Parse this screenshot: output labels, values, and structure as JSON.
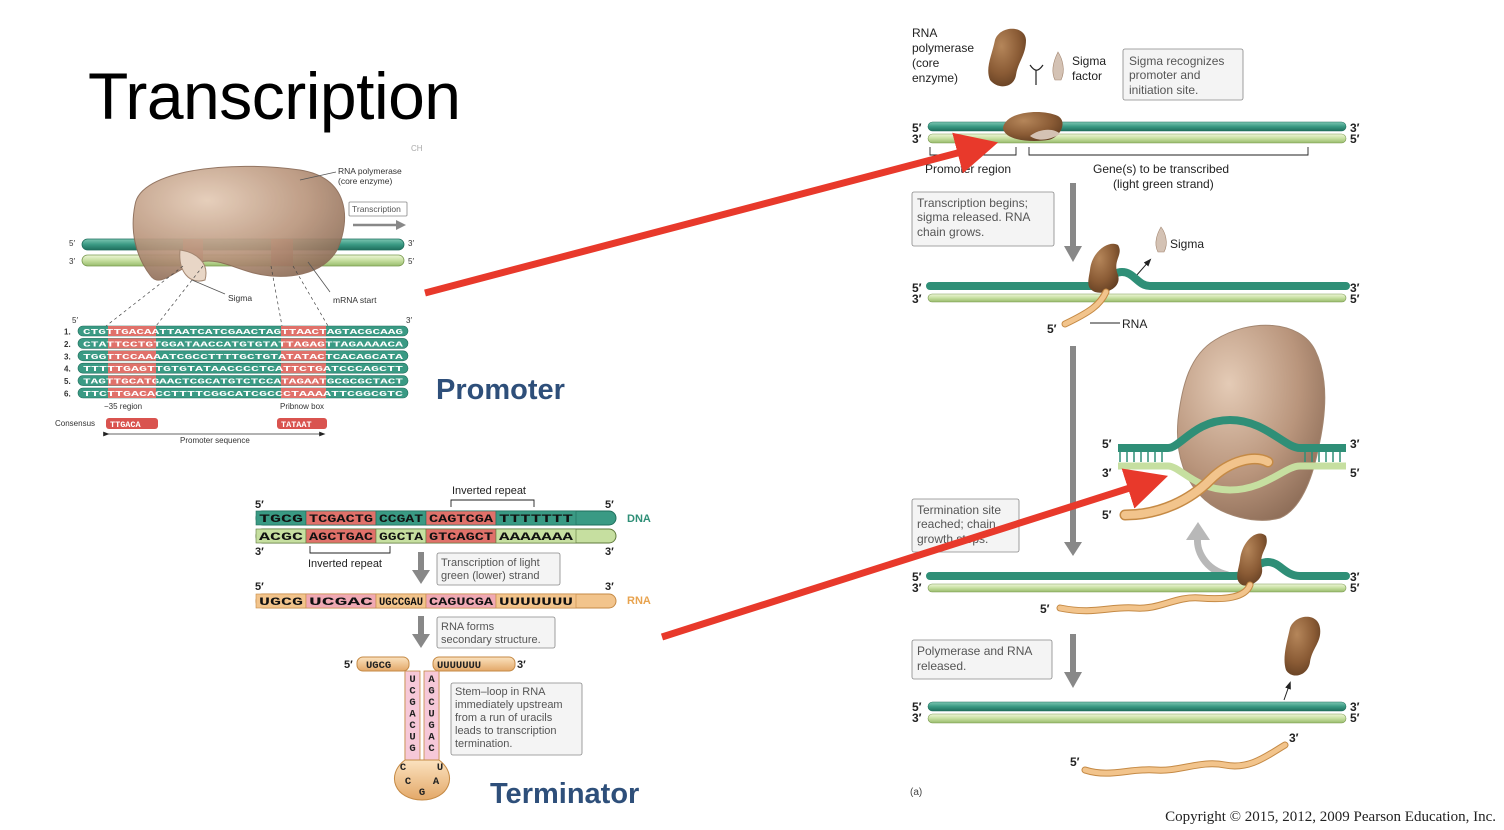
{
  "title": "Transcription",
  "labels": {
    "promoter": "Promoter",
    "terminator": "Terminator",
    "copyright": "Copyright © 2015, 2012, 2009 Pearson Education, Inc.",
    "ch": "CH"
  },
  "promoter_figure": {
    "rna_polymerase": "RNA polymerase",
    "core_enzyme": "(core enzyme)",
    "transcription": "Transcription",
    "sigma": "Sigma",
    "mrna_start": "mRNA start",
    "five_prime": "5′",
    "three_prime": "3′",
    "rows": [
      {
        "n": "1.",
        "seq": "CTGTTGACAATTAATCATCGAACTAGTTAACTAGTACGCAAG"
      },
      {
        "n": "2.",
        "seq": "CTATTCCTGTGGATAACCATGTGTATTAGAGTTAGAAAACA"
      },
      {
        "n": "3.",
        "seq": "TGGTTCCAAAATCGCCTTTTGCTGTATATACTCACAGCATA"
      },
      {
        "n": "4.",
        "seq": "TTTTTGAGTTGTGTATAACCCCTCATTCTGATCCCAGCTT"
      },
      {
        "n": "5.",
        "seq": "TAGTTGCATGAACTCGCATGTCTCCATAGAATGCGCGCTACT"
      },
      {
        "n": "6.",
        "seq": "TTCTTGACACCTTTTCGGCATCGCCCTAAAATTCGGCGTC"
      }
    ],
    "minus35": "−35 region",
    "pribnow": "Pribnow box",
    "consensus": "Consensus",
    "consensus_a": "TTGACA",
    "consensus_b": "TATAAT",
    "promoter_sequence": "Promoter sequence"
  },
  "terminator_figure": {
    "inverted_repeat_top": "Inverted repeat",
    "inverted_repeat_bottom": "Inverted repeat",
    "dna_top": [
      "TGCG",
      "TCGACTG",
      "CCGAT",
      "CAGTCGA",
      "TTTTTTT"
    ],
    "dna_bottom": [
      "ACGC",
      "AGCTGAC",
      "GGCTA",
      "GTCAGCT",
      "AAAAAAA"
    ],
    "dna": "DNA",
    "rna": "RNA",
    "rna_seq": [
      "UGCG",
      "UCGAC",
      "UGCCGAU",
      "CAGUCGA",
      "UUUUUUU"
    ],
    "box1": [
      "Transcription of light",
      "green (lower) strand"
    ],
    "box2": [
      "RNA forms",
      "secondary structure."
    ],
    "box3": [
      "Stem–loop in RNA",
      "immediately upstream",
      "from a run of uracils",
      "leads to transcription",
      "termination."
    ],
    "stem_left_5": "UGCG",
    "stem_right_3": "UUUUUUU",
    "stem_left": [
      "U",
      "C",
      "G",
      "A",
      "C",
      "U",
      "G"
    ],
    "stem_right": [
      "A",
      "G",
      "C",
      "U",
      "G",
      "A",
      "C"
    ],
    "loop": [
      "C",
      "C",
      "G",
      "A",
      "U"
    ],
    "five_prime": "5′",
    "three_prime": "3′"
  },
  "right_figure": {
    "rna_polymerase": [
      "RNA",
      "polymerase",
      "(core",
      "enzyme)"
    ],
    "sigma_factor": [
      "Sigma",
      "factor"
    ],
    "box_sigma": [
      "Sigma recognizes",
      "promoter and",
      "initiation site."
    ],
    "promoter_region": "Promoter region",
    "genes": [
      "Gene(s) to be transcribed",
      "(light green strand)"
    ],
    "box_begins": [
      "Transcription begins;",
      "sigma released. RNA",
      "chain grows."
    ],
    "sigma": "Sigma",
    "rna": "RNA",
    "box_termination": [
      "Termination site",
      "reached; chain",
      "growth stops."
    ],
    "box_released": [
      "Polymerase and RNA",
      "released."
    ],
    "panel_a": "(a)",
    "five_prime": "5′",
    "three_prime": "3′"
  },
  "colors": {
    "arrow_red": "#e8392b",
    "dna_dark": "#3a9a84",
    "dna_light": "#c6dfa0",
    "rna": "#f2c48c",
    "polymerase": "#b9957c",
    "highlight": "#e0716a",
    "label_blue": "#2e4f7a"
  }
}
